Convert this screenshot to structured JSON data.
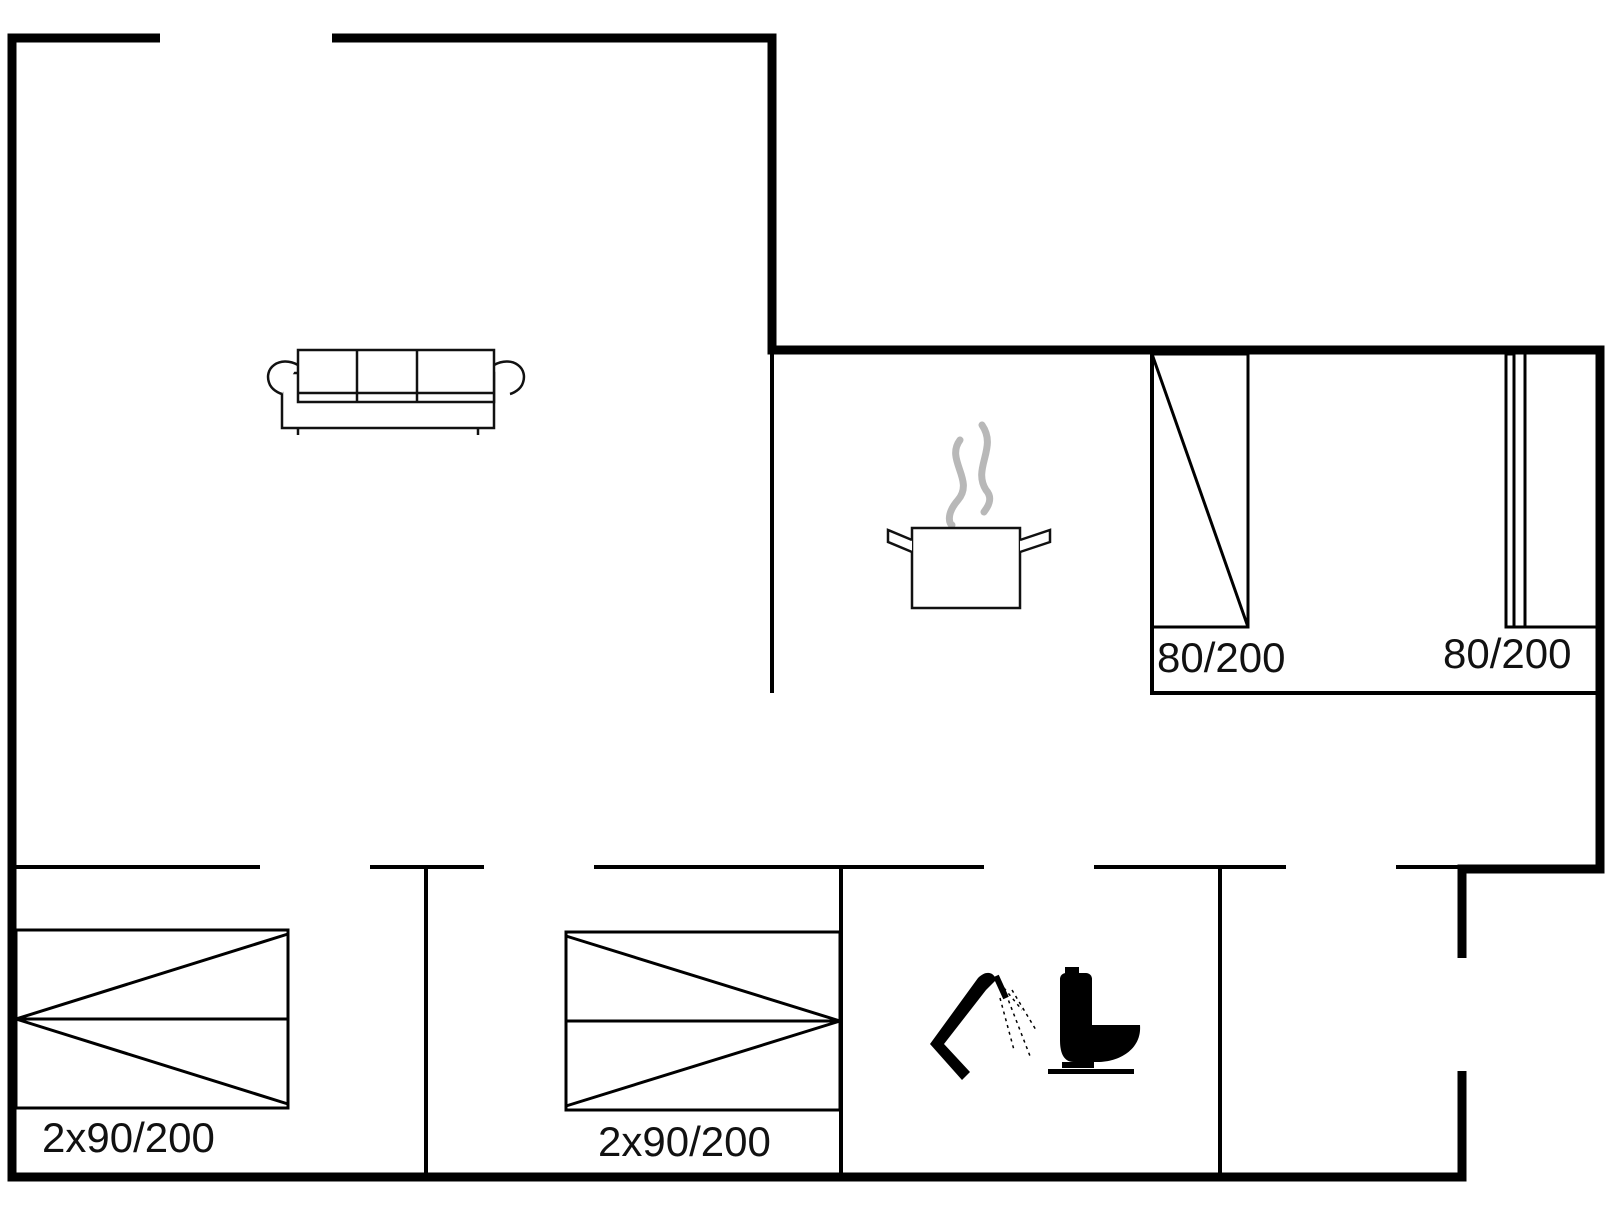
{
  "floorplan": {
    "beds": [
      {
        "label": "80/200",
        "size": "80x200",
        "count": 1
      },
      {
        "label": "80/200",
        "size": "80x200",
        "count": 1
      },
      {
        "label": "2x90/200",
        "size": "90x200",
        "count": 2
      },
      {
        "label": "2x90/200",
        "size": "90x200",
        "count": 2
      }
    ],
    "icons": [
      "sofa-icon",
      "cooking-pot-icon",
      "shower-icon",
      "toilet-icon"
    ],
    "colors": {
      "wall": "#000000",
      "steam": "#b8b8b8",
      "background": "#ffffff"
    }
  }
}
